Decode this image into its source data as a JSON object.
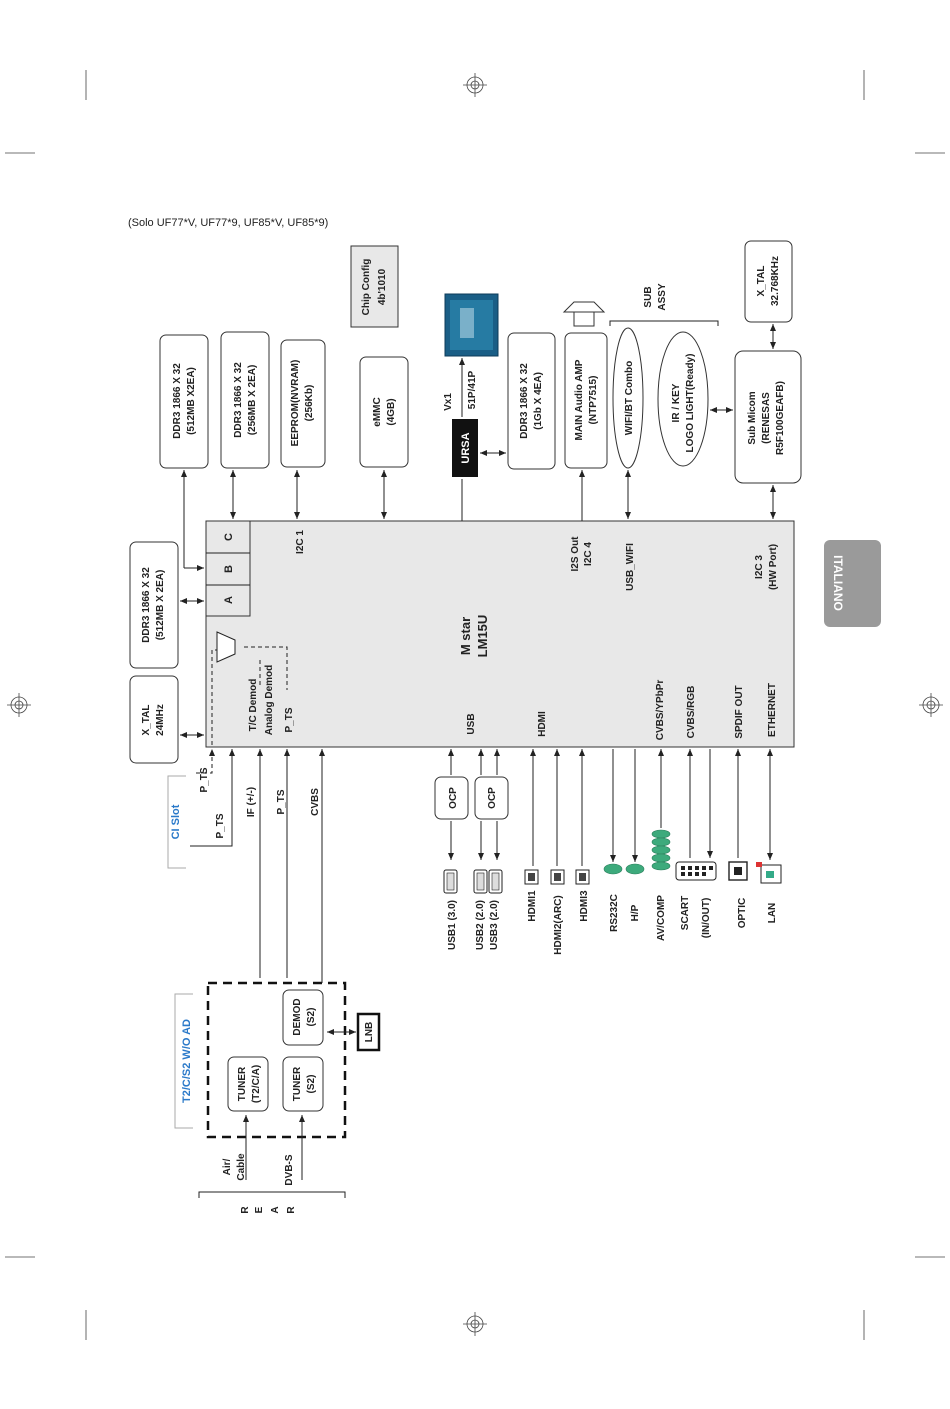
{
  "header_note": "(Solo UF77*V, UF77*9, UF85*V, UF85*9)",
  "side_tab": {
    "label": "ITALIANO",
    "color": "#9a9a9a"
  },
  "colors": {
    "soc_fill": "#e8e8e8",
    "connector_green": "#3daa7c",
    "ci_text": "#2a79c9",
    "ursa_fill": "#111111"
  },
  "soc": {
    "name_line1": "M star",
    "name_line2": "LM15U"
  },
  "soc_ports": {
    "a": "A",
    "b": "B",
    "c": "C",
    "i2c1": "I2C 1",
    "i2s_out": "I2S Out",
    "i2c4": "I2C 4",
    "usb_wifi": "USB_WIFI",
    "i2c3": "I2C 3",
    "hw_port": "(HW Port)",
    "tc_demod": "T/C Demod",
    "analog_demod": "Analog Demod",
    "p_ts": "P_TS",
    "usb": "USB",
    "hdmi": "HDMI",
    "cvbs_ypbpr": "CVBS/YPbPr",
    "cvbs_rgb": "CVBS/RGB",
    "spdif_out": "SPDIF OUT",
    "ethernet": "ETHERNET"
  },
  "blocks": {
    "ddr_left": [
      "DDR3 1866 X 32",
      "(512MB X 2EA)"
    ],
    "xtal_24": [
      "X_TAL",
      "24MHz"
    ],
    "ddr_b": [
      "DDR3 1866 X 32",
      "(512MB X2EA)"
    ],
    "ddr_c": [
      "DDR3  1866 X 32",
      "(256MB X 2EA)"
    ],
    "eeprom": [
      "EEPROM(NVRAM)",
      "(256Kb)"
    ],
    "emmc": [
      "eMMC",
      "(4GB)"
    ],
    "chip_config": [
      "Chip Config",
      "4b'1010"
    ],
    "ursa": "URSA",
    "vx1": "Vx1",
    "lvds_pins": "51P/41P",
    "ddr_ursa": [
      "DDR3 1866 X 32",
      "(1Gb X 4EA)"
    ],
    "main_amp": [
      "MAIN Audio AMP",
      "(NTP7515)"
    ],
    "wifi_bt": "WIFI/BT Combo",
    "ir_key": [
      "IR / KEY",
      "LOGO LIGHT(Ready)"
    ],
    "sub_assy": [
      "SUB",
      "ASSY"
    ],
    "sub_micom": [
      "Sub Micom",
      "(RENESAS",
      "R5F100GEAFB)"
    ],
    "xtal_32": [
      "X_TAL",
      "32.768KHz"
    ],
    "ci_slot": "CI Slot",
    "ci_pts_a": "P_TS",
    "ci_pts_b": "P_TS",
    "if_label": "IF (+/-)",
    "pts_label": "P_TS",
    "cvbs_label": "CVBS",
    "tuner_t2": [
      "TUNER",
      "(T2/C/A)"
    ],
    "tuner_s2": [
      "TUNER",
      "(S2)"
    ],
    "demod_s2": [
      "DEMOD",
      "(S2)"
    ],
    "lnb": "LNB",
    "frontend_label": "T2/C/S2 W/O AD",
    "air_cable": [
      "Air/",
      "Cable"
    ],
    "dvbs": "DVB-S",
    "rear": [
      "R",
      "E",
      "A",
      "R"
    ],
    "ocp1": "OCP",
    "ocp2": "OCP"
  },
  "connectors": {
    "usb1": "USB1 (3.0)",
    "usb23": [
      "USB2 (2.0)",
      "USB3 (2.0)"
    ],
    "hdmi1": "HDMI1",
    "hdmi2": "HDMI2(ARC)",
    "hdmi3": "HDMI3",
    "rs232": [
      "RS232C",
      "H/P"
    ],
    "avcomp": "AV/COMP",
    "scart": [
      "SCART",
      "(IN/OUT)"
    ],
    "optic": "OPTIC",
    "lan": "LAN"
  }
}
